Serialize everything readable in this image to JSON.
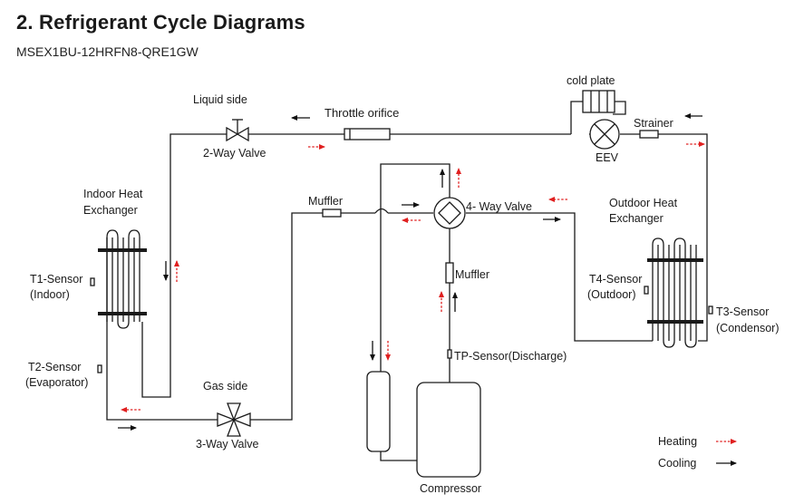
{
  "header": {
    "title": "2.   Refrigerant Cycle Diagrams",
    "model": "MSEX1BU-12HRFN8-QRE1GW"
  },
  "labels": {
    "liquid_side": "Liquid side",
    "two_way_valve": "2-Way Valve",
    "throttle_orifice": "Throttle orifice",
    "cold_plate": "cold plate",
    "strainer": "Strainer",
    "eev": "EEV",
    "indoor_hx_line1": "Indoor Heat",
    "indoor_hx_line2": "Exchanger",
    "muffler_top": "Muffler",
    "four_way_valve": "4- Way Valve",
    "outdoor_hx_line1": "Outdoor Heat",
    "outdoor_hx_line2": "Exchanger",
    "t1_line1": "T1-Sensor",
    "t1_line2": "(Indoor)",
    "muffler_mid": "Muffler",
    "t4_line1": "T4-Sensor",
    "t4_line2": "(Outdoor)",
    "t3_line1": "T3-Sensor",
    "t3_line2": "(Condensor)",
    "tp_sensor": "TP-Sensor(Discharge)",
    "t2_line1": "T2-Sensor",
    "t2_line2": "(Evaporator)",
    "gas_side": "Gas side",
    "three_way_valve": "3-Way Valve",
    "compressor": "Compressor"
  },
  "legend": {
    "heating": "Heating",
    "cooling": "Cooling",
    "heating_color": "#e02020",
    "cooling_color": "#111111"
  }
}
